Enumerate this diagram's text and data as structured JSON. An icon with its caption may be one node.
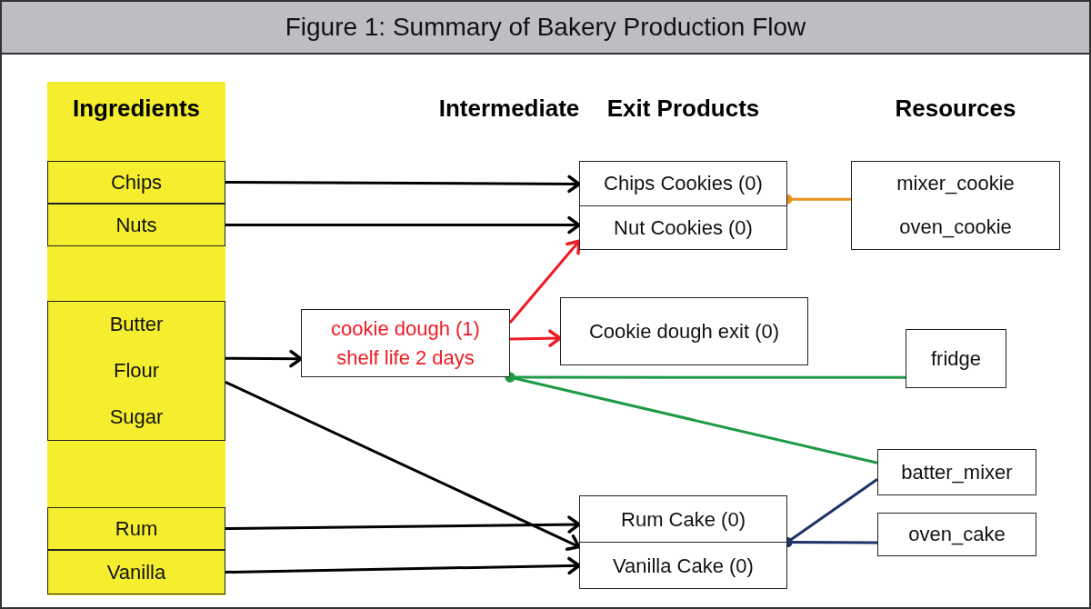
{
  "diagram": {
    "title": "Figure 1: Summary of Bakery Production Flow",
    "nodes": [
      {
        "text": [
          "Ingredients"
        ]
      },
      {
        "text": [
          "Chips"
        ],
        "in": 0
      },
      {
        "text": [
          "Nuts"
        ],
        "in": 0
      },
      {
        "text": [
          "Butter",
          "Flour",
          "Sugar"
        ],
        "in": 0
      },
      {
        "text": [
          "Rum"
        ],
        "in": 0
      },
      {
        "text": [
          "Vanilla"
        ],
        "in": 0
      },
      {
        "text": [
          "Chips Cookies (0)",
          "Nut Cookies (0)"
        ]
      },
      {
        "text": [
          "mixer_cookie",
          "oven_cookie"
        ]
      },
      {
        "text": [
          "cookie dough (1) shelf life 2 days"
        ]
      },
      {
        "text": [
          "Cookie dough exit (0)"
        ]
      },
      {
        "text": [
          "fridge"
        ]
      },
      {
        "text": [
          "batter_mixer"
        ]
      },
      {
        "text": [
          "Rum Cake (0)",
          "Vanilla Cake (0)"
        ]
      },
      {
        "text": [
          "oven_cake"
        ]
      }
    ],
    "edges": [
      {
        "from": 1,
        "to": 6,
        "arrow": "to"
      },
      {
        "from": 2,
        "to": 6,
        "arrow": "to"
      },
      {
        "from": 3,
        "to": 8,
        "arrow": "to"
      },
      {
        "from": 3,
        "to": 12,
        "arrow": "to"
      },
      {
        "from": 4,
        "to": 12,
        "arrow": "to"
      },
      {
        "from": 5,
        "to": 12,
        "arrow": "to"
      },
      {
        "from": 8,
        "to": 6,
        "arrow": "to",
        "color": "#ee1c24"
      },
      {
        "from": 8,
        "to": 9,
        "arrow": "to",
        "color": "#ee1c24"
      },
      {
        "from": 7,
        "to": 6,
        "arrow": "other",
        "color": "#e8921e"
      },
      {
        "from": 10,
        "to": 8,
        "arrow": "other",
        "color": "#1e9a46"
      },
      {
        "from": 11,
        "to": 8,
        "arrow": "other",
        "color": "#1e9a46"
      },
      {
        "from": 11,
        "to": 12,
        "arrow": "other",
        "color": "#1f3368"
      },
      {
        "from": 13,
        "to": 12,
        "arrow": "other",
        "color": "#1f3368"
      }
    ],
    "labels": [
      "Intermediate",
      "Exit Products",
      "Resources"
    ]
  }
}
